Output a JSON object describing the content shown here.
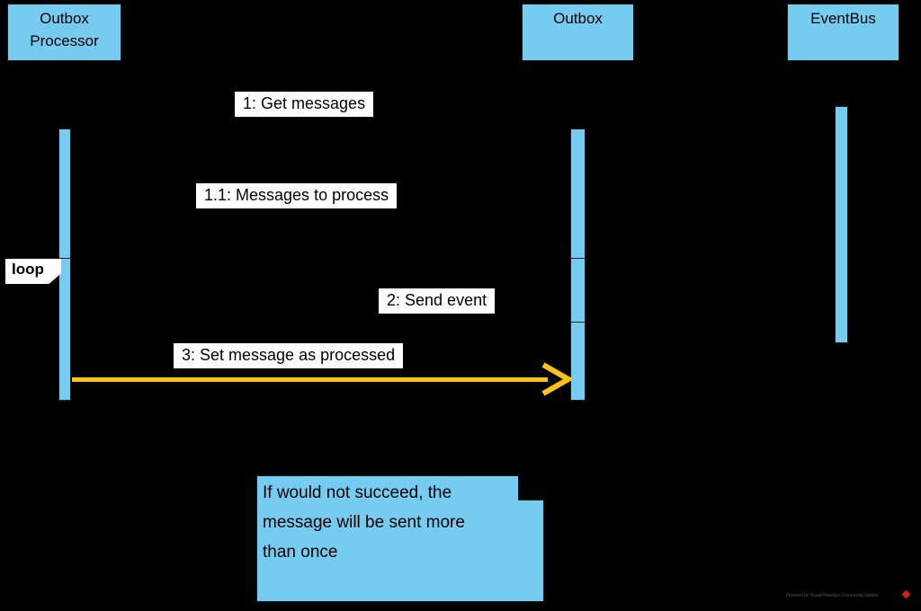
{
  "diagram": {
    "type": "uml-sequence-diagram",
    "background_color": "#000000",
    "accent_color": "#76CCF0",
    "arrow_color": "#FFC20E",
    "label_background": "#FFFFFF"
  },
  "participants": [
    {
      "name": "Outbox Processor",
      "label": "Outbox\nProcessor"
    },
    {
      "name": "Outbox",
      "label": "Outbox"
    },
    {
      "name": "EventBus",
      "label": "EventBus"
    }
  ],
  "fragment": {
    "kind": "loop",
    "label": "loop"
  },
  "messages": [
    {
      "number": "1",
      "text": "1: Get messages"
    },
    {
      "number": "1.1",
      "text": "1.1: Messages to process"
    },
    {
      "number": "2",
      "text": "2: Send event"
    },
    {
      "number": "3",
      "text": "3: Set message as processed"
    }
  ],
  "note": {
    "text": "If would not succeed, the\nmessage will be sent more\nthan once"
  },
  "watermark": {
    "text": "Powered by Visual Paradigm Community Edition"
  }
}
